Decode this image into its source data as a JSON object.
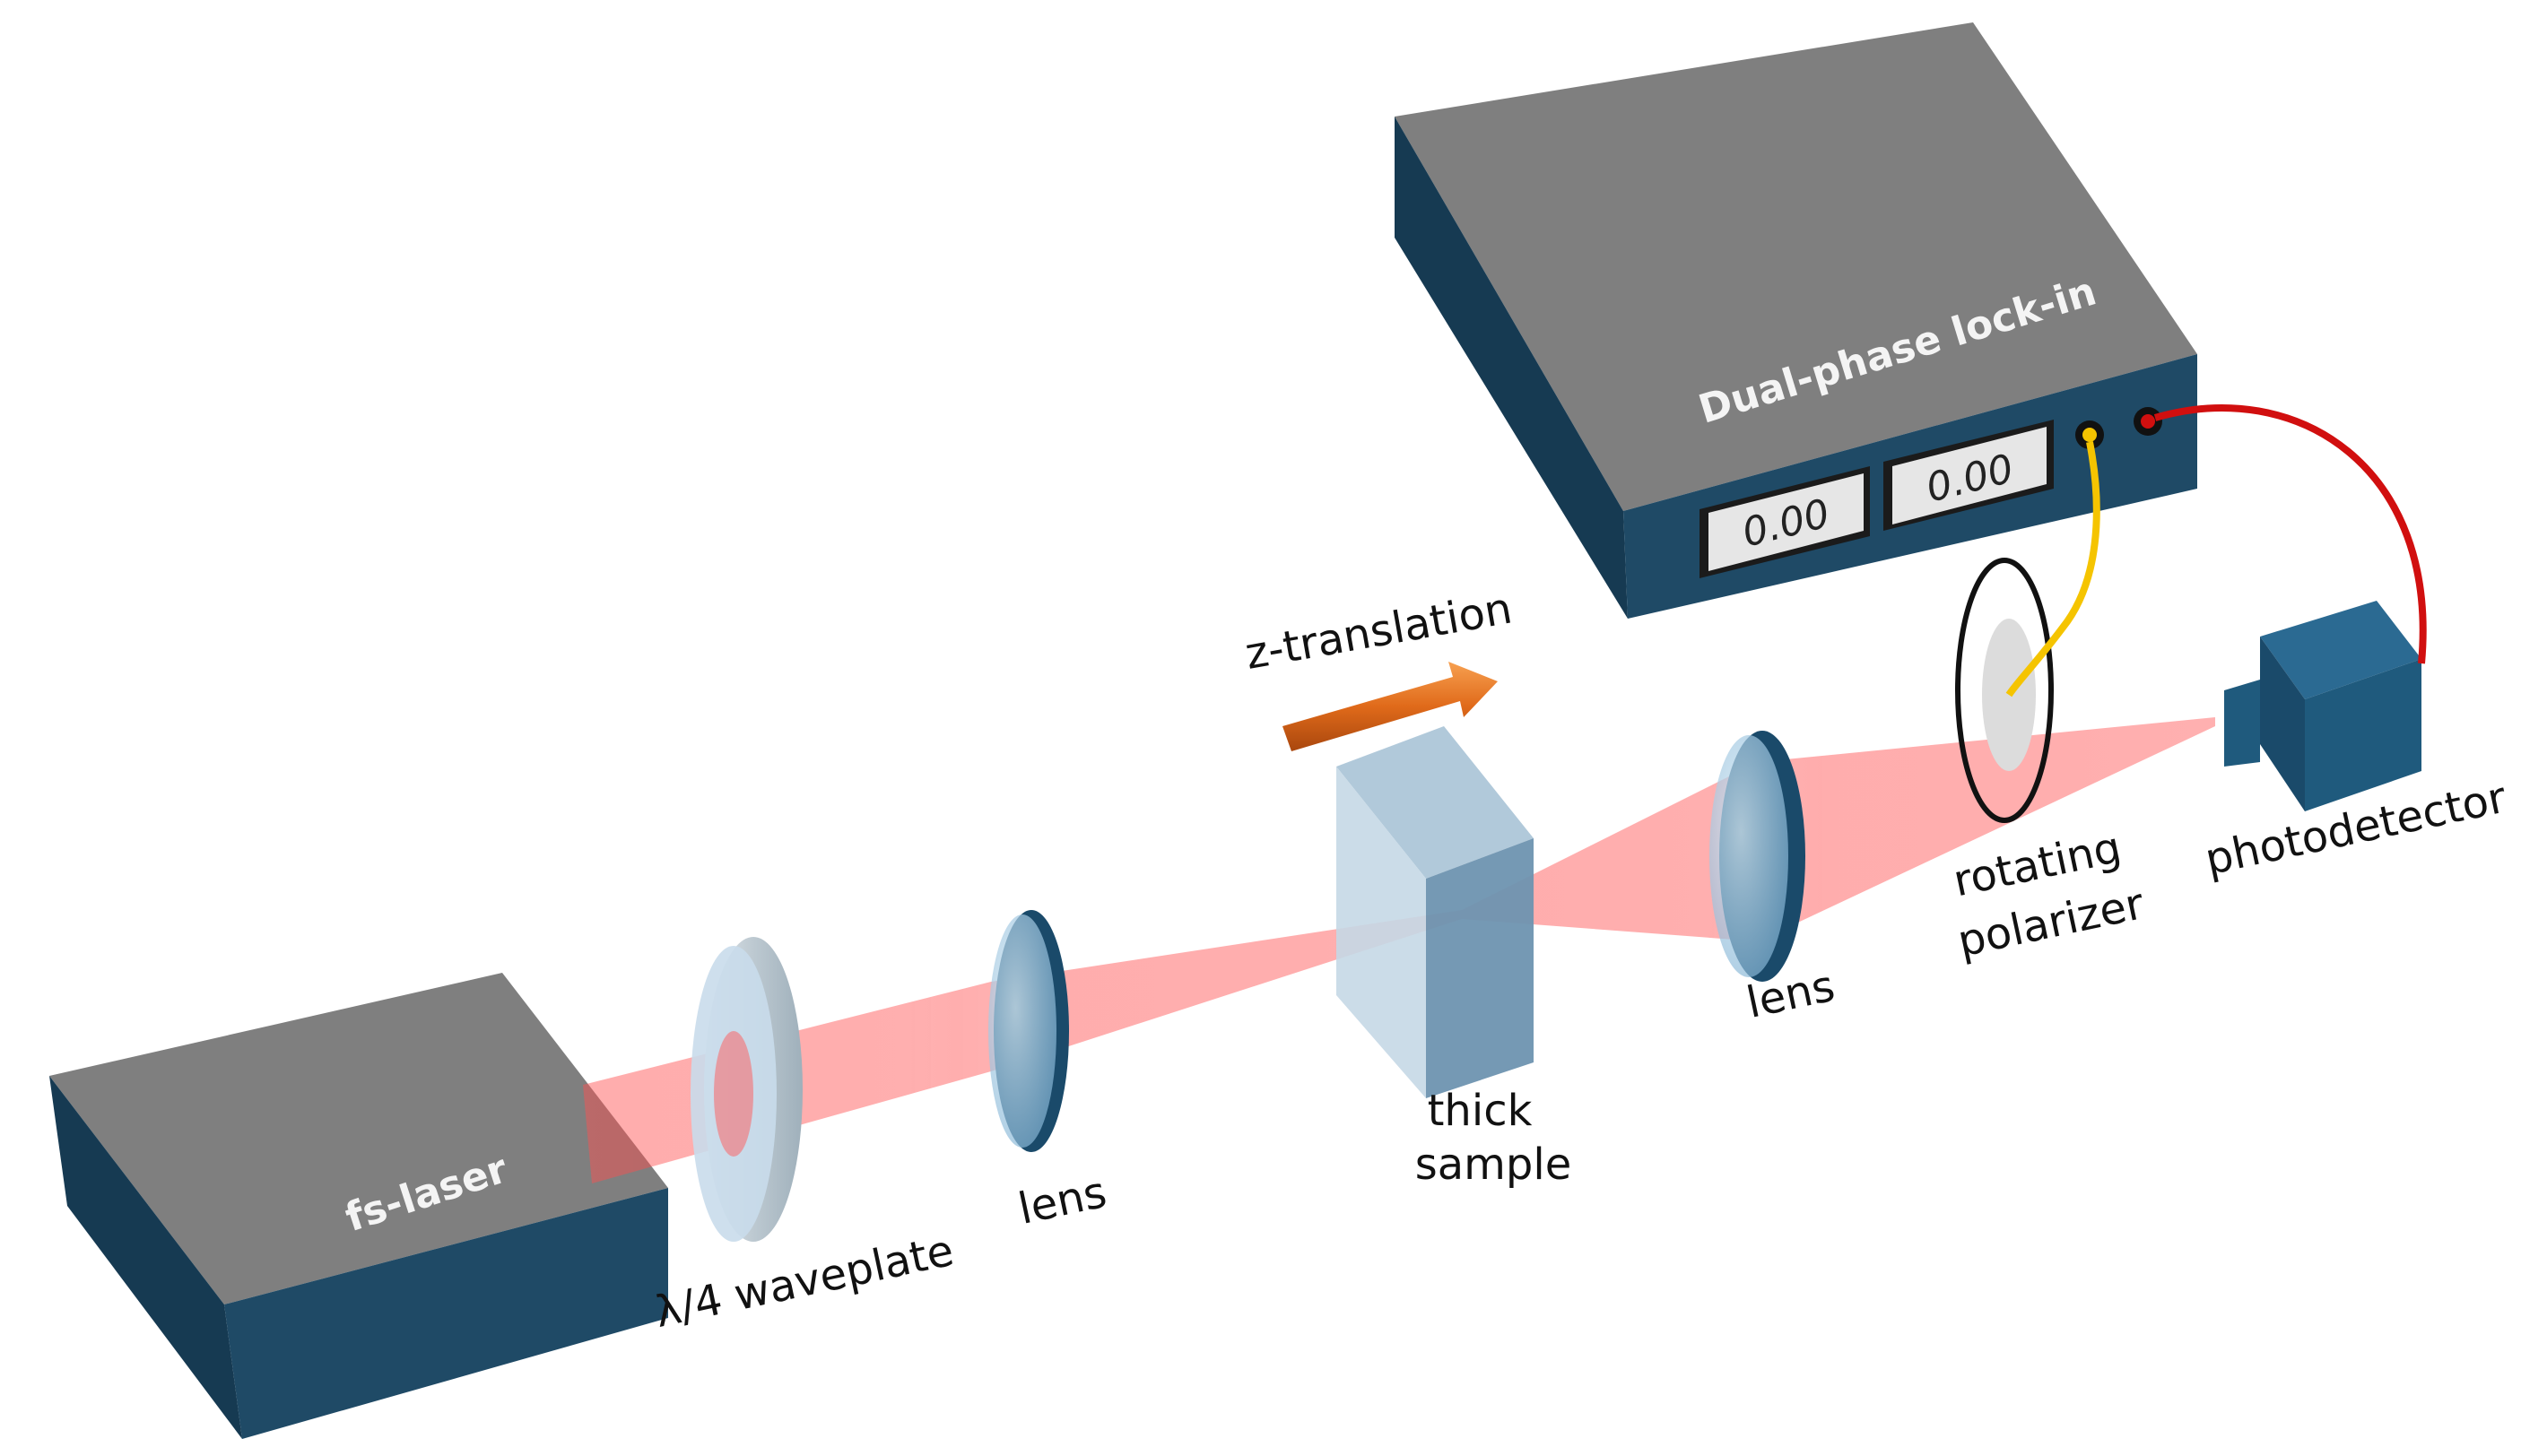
{
  "labels": {
    "fs_laser": "fs-laser",
    "waveplate": "λ/4 waveplate",
    "lens_1": "lens",
    "z_translation": "z-translation",
    "thick": "thick",
    "sample": "sample",
    "lens_2": "lens",
    "rotating": "rotating",
    "polarizer": "polarizer",
    "photodetector": "photodetector",
    "lockin": "Dual-phase lock-in"
  },
  "lockin": {
    "display_1": "0.00",
    "display_2": "0.00"
  },
  "colors": {
    "box_top": "#7f7f7f",
    "box_front": "#1f4a66",
    "box_side": "#163a52",
    "beam": "#ff3b3b",
    "arrow": "#e06a1a",
    "cable_yellow": "#f5c400",
    "cable_red": "#d10f0f",
    "detector": "#1f5a7d"
  }
}
